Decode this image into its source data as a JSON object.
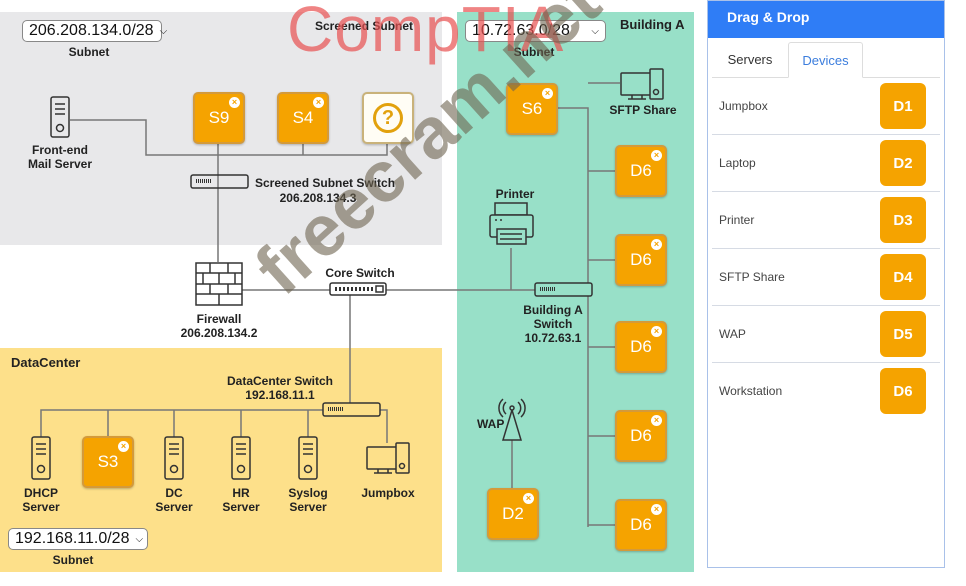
{
  "screened": {
    "title": "Screened Subnet",
    "subnet_value": "206.208.134.0/28",
    "subnet_label": "Subnet",
    "mail_server": [
      "Front-end",
      "Mail Server"
    ],
    "tiles": [
      "S9",
      "S4"
    ],
    "unknown": "?",
    "switch_name": "Screened Subnet Switch",
    "switch_ip": "206.208.134.3"
  },
  "firewall": {
    "name": "Firewall",
    "ip": "206.208.134.2"
  },
  "core_switch": "Core Switch",
  "datacenter": {
    "title": "DataCenter",
    "switch_name": "DataCenter Switch",
    "switch_ip": "192.168.11.1",
    "servers": [
      [
        "DHCP",
        "Server"
      ],
      [
        "DC",
        "Server"
      ],
      [
        "HR",
        "Server"
      ],
      [
        "Syslog",
        "Server"
      ]
    ],
    "tile": "S3",
    "jumpbox": "Jumpbox",
    "subnet_value": "192.168.11.0/28",
    "subnet_label": "Subnet"
  },
  "building": {
    "title": "Building A",
    "subnet_value": "10.72.63.0/28",
    "subnet_label": "Subnet",
    "sftp": "SFTP Share",
    "printer": "Printer",
    "wap": "WAP",
    "switch": [
      "Building A",
      "Switch",
      "10.72.63.1"
    ],
    "s6": "S6",
    "d_tiles": [
      "D6",
      "D6",
      "D6",
      "D6",
      "D6"
    ],
    "d2": "D2"
  },
  "panel": {
    "title": "Drag & Drop",
    "tabs": [
      "Servers",
      "Devices"
    ],
    "active_tab": "Devices",
    "items": [
      {
        "name": "Jumpbox",
        "tile": "D1"
      },
      {
        "name": "Laptop",
        "tile": "D2"
      },
      {
        "name": "Printer",
        "tile": "D3"
      },
      {
        "name": "SFTP Share",
        "tile": "D4"
      },
      {
        "name": "WAP",
        "tile": "D5"
      },
      {
        "name": "Workstation",
        "tile": "D6"
      }
    ]
  },
  "watermarks": [
    "CompTIA",
    "freecram.net"
  ],
  "colors": {
    "accent": "#2f7df6",
    "tile": "#f5a300",
    "screened_bg": "#e8e8ea",
    "building_bg": "#98e0c8",
    "datacenter_bg": "#fde08a"
  }
}
